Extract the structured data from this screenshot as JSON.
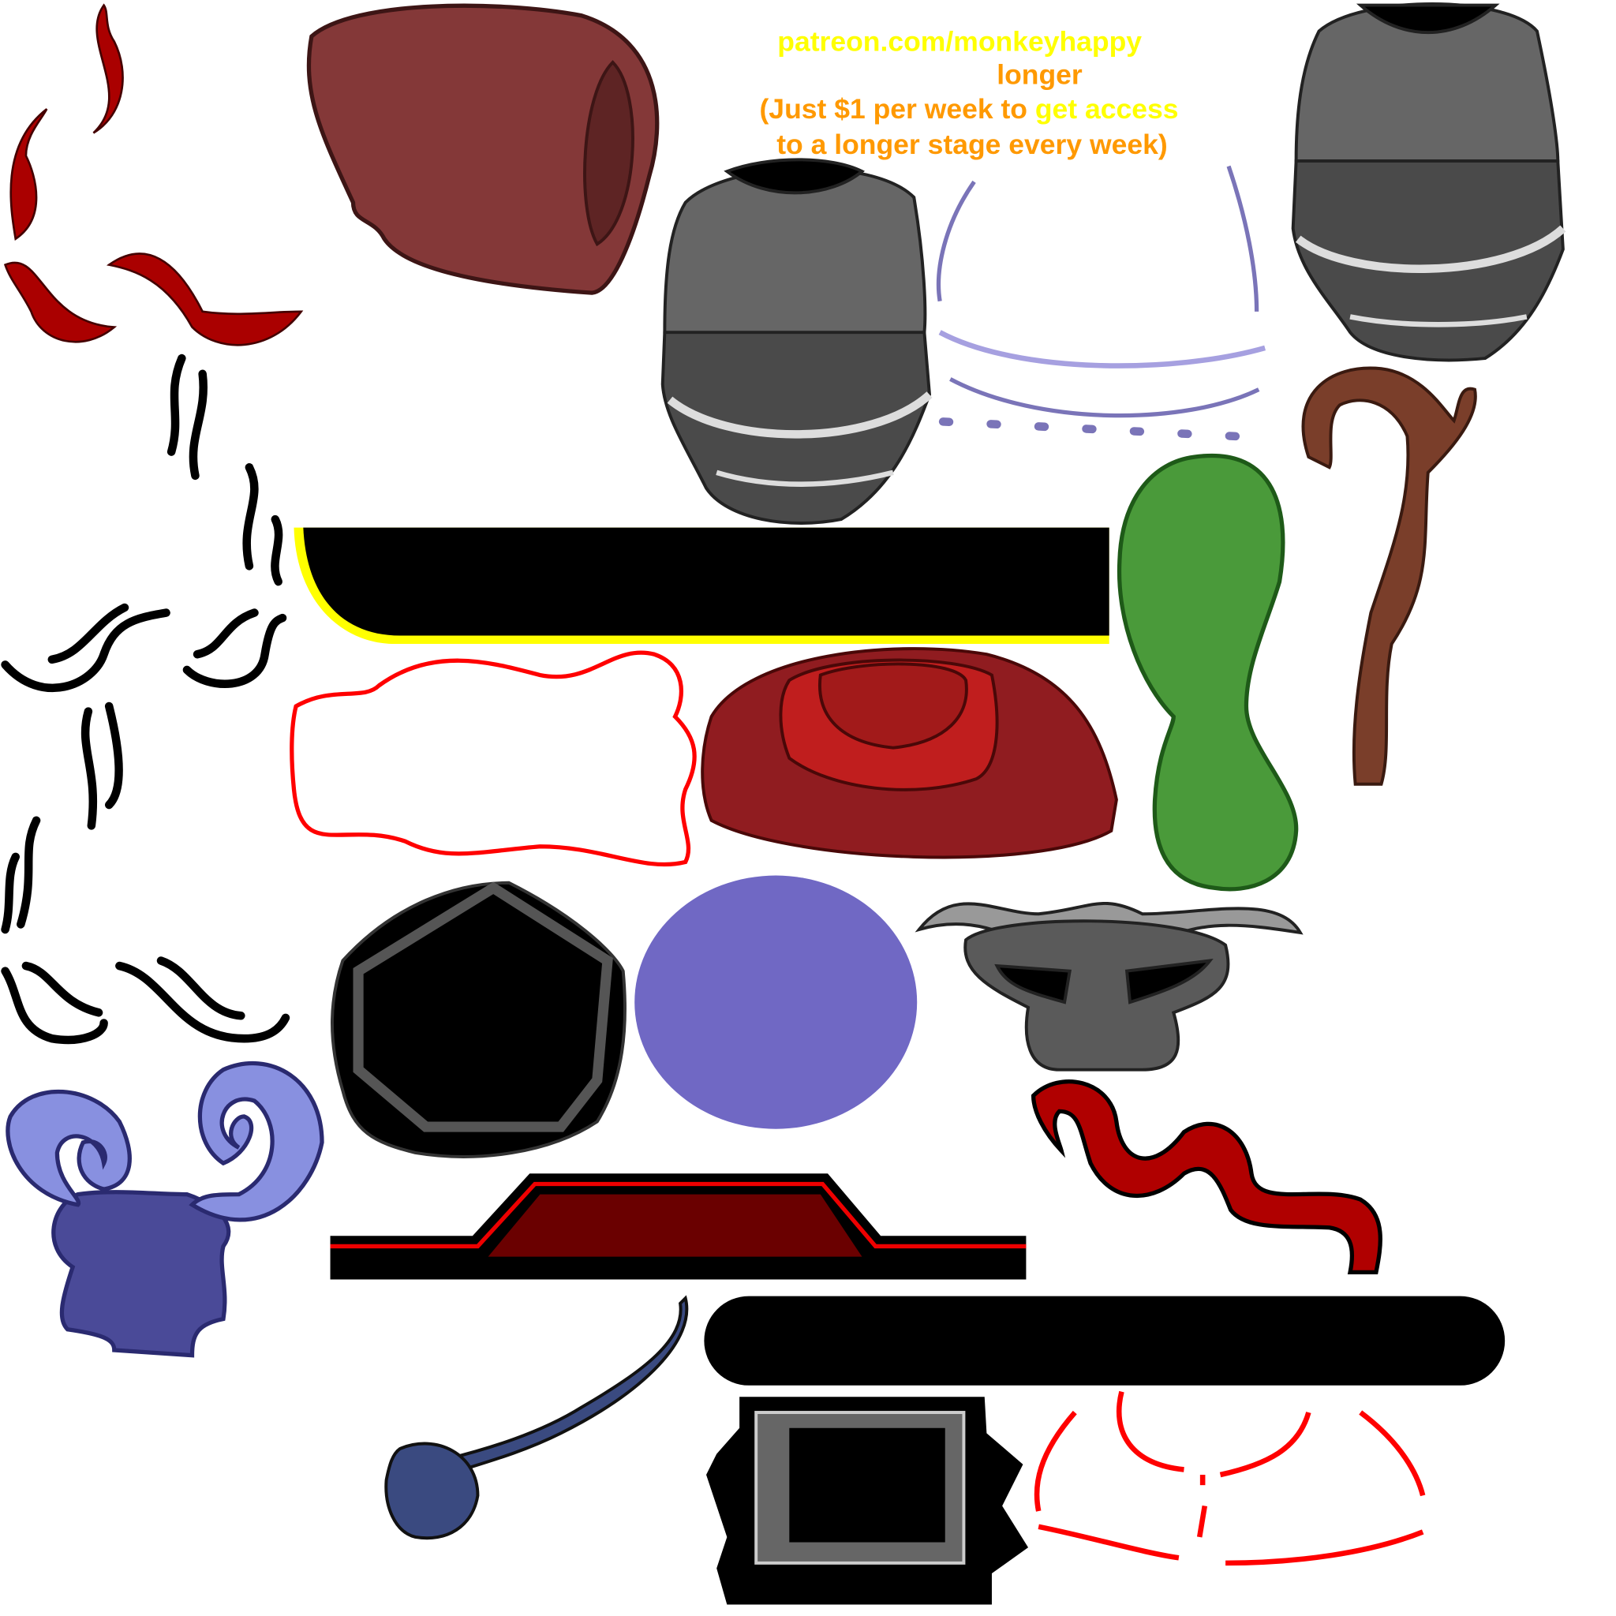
{
  "promo": {
    "url": "patreon.com/monkeyhappy",
    "word": "longer",
    "line1_a": "(Just $1 per week to ",
    "line1_b": "get access",
    "line2": "to a longer stage every week)"
  },
  "colors": {
    "promo_yellow": "#ffff00",
    "promo_orange": "#ff9900",
    "helmet_gray": "#666666",
    "cape_red": "#8b1c1c",
    "slime_green": "#4a9a3a",
    "orb_purple": "#7068c4",
    "horn_blue": "#8890e0"
  }
}
